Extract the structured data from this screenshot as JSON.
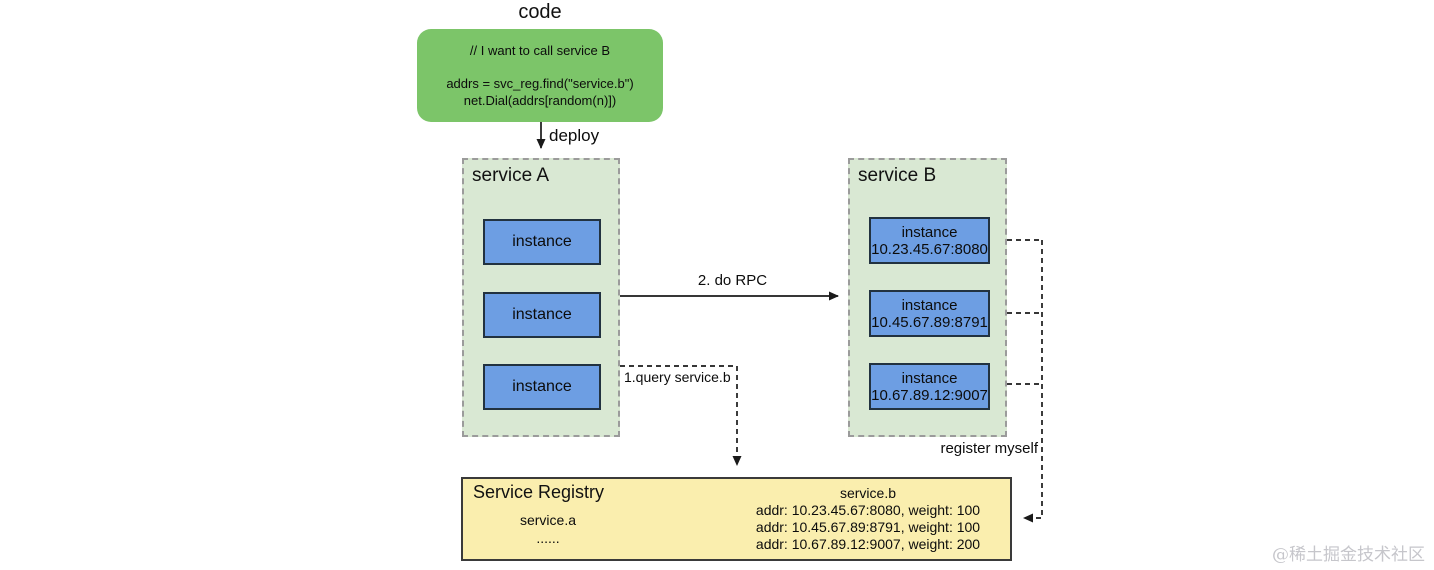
{
  "code": {
    "title": "code",
    "comment": "// I want to call service B",
    "line1": "addrs = svc_reg.find(\"service.b\")",
    "line2": "net.Dial(addrs[random(n)])"
  },
  "labels": {
    "deploy": "deploy",
    "do_rpc": "2. do RPC",
    "query": "1.query service.b",
    "register": "register myself"
  },
  "service_a": {
    "title": "service A",
    "instances": [
      "instance",
      "instance",
      "instance"
    ]
  },
  "service_b": {
    "title": "service B",
    "instances": [
      {
        "name": "instance",
        "addr": "10.23.45.67:8080"
      },
      {
        "name": "instance",
        "addr": "10.45.67.89:8791"
      },
      {
        "name": "instance",
        "addr": "10.67.89.12:9007"
      }
    ]
  },
  "registry": {
    "title": "Service Registry",
    "service_a_label": "service.a",
    "ellipsis": "......",
    "service_b_label": "service.b",
    "entries": [
      "addr: 10.23.45.67:8080, weight: 100",
      "addr: 10.45.67.89:8791, weight: 100",
      "addr: 10.67.89.12:9007, weight: 200"
    ]
  },
  "watermark": "@稀土掘金技术社区",
  "colors": {
    "code_green": "#7cc569",
    "service_fill": "#d9e8d3",
    "service_border": "#9b9b9b",
    "instance_blue": "#6d9ee3",
    "registry_yellow": "#faeeae",
    "line_black": "#1a1a1a",
    "watermark_gray": "#c6c6cb"
  }
}
